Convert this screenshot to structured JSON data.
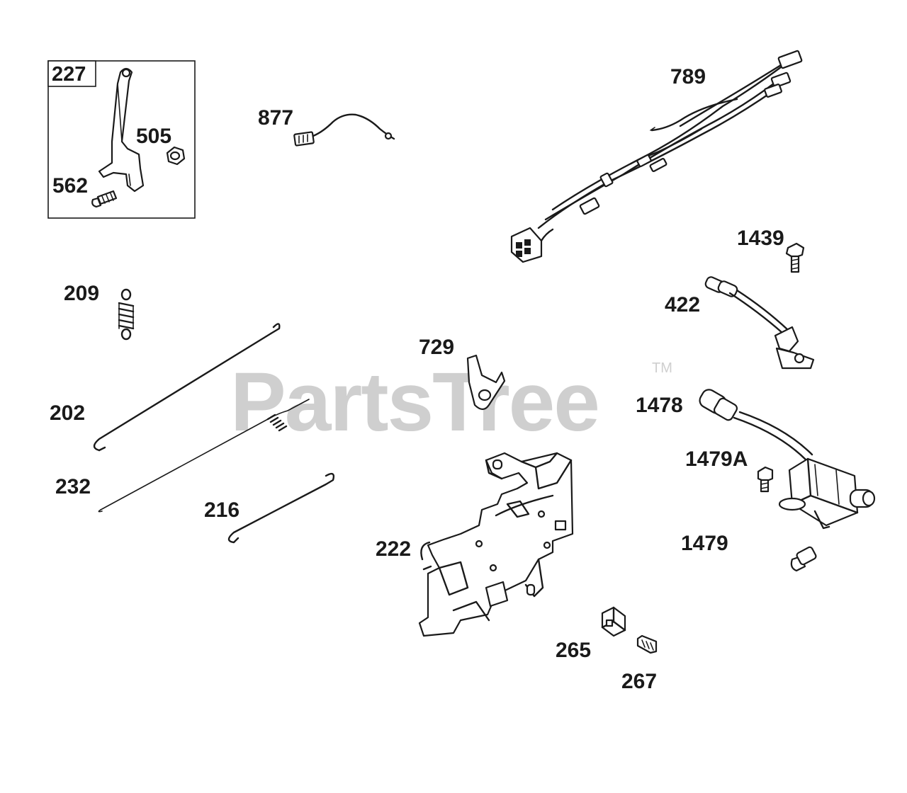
{
  "watermark": {
    "brand": "PartsTree",
    "trademark": "TM"
  },
  "labels": {
    "p227": "227",
    "p505": "505",
    "p562": "562",
    "p877": "877",
    "p789": "789",
    "p1439": "1439",
    "p422": "422",
    "p209": "209",
    "p729": "729",
    "p1478": "1478",
    "p202": "202",
    "p1479A": "1479A",
    "p232": "232",
    "p216": "216",
    "p222": "222",
    "p1479": "1479",
    "p265": "265",
    "p267": "267"
  },
  "colors": {
    "line": "#1a1a1a",
    "watermark": "#cfcfcf",
    "background": "#ffffff"
  }
}
